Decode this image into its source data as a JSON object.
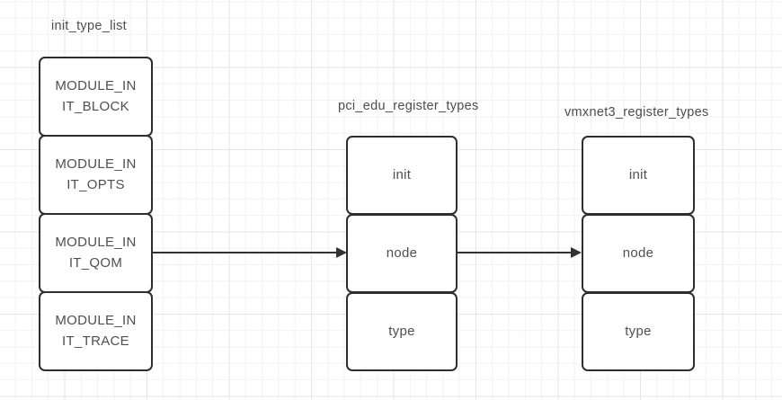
{
  "diagram": {
    "groups": [
      {
        "id": "init_type_list",
        "title": "init_type_list",
        "boxes": [
          "MODULE_IN\nIT_BLOCK",
          "MODULE_IN\nIT_OPTS",
          "MODULE_IN\nIT_QOM",
          "MODULE_IN\nIT_TRACE"
        ]
      },
      {
        "id": "pci_edu_register_types",
        "title": "pci_edu_register_types",
        "boxes": [
          "init",
          "node",
          "type"
        ]
      },
      {
        "id": "vmxnet3_register_types",
        "title": "vmxnet3_register_types",
        "boxes": [
          "init",
          "node",
          "type"
        ]
      }
    ],
    "connections": [
      {
        "from": "init_type_list.MODULE_INIT_QOM",
        "to": "pci_edu_register_types.node"
      },
      {
        "from": "pci_edu_register_types.node",
        "to": "vmxnet3_register_types.node"
      }
    ],
    "colors": {
      "shape_border": "#2e2e2e",
      "shape_fill": "#ffffff",
      "text": "#4f4f4f",
      "arrow": "#333333",
      "grid_minor": "#f2f2f5",
      "grid_major": "#e6e6ea",
      "canvas_bg": "#ffffff"
    }
  }
}
